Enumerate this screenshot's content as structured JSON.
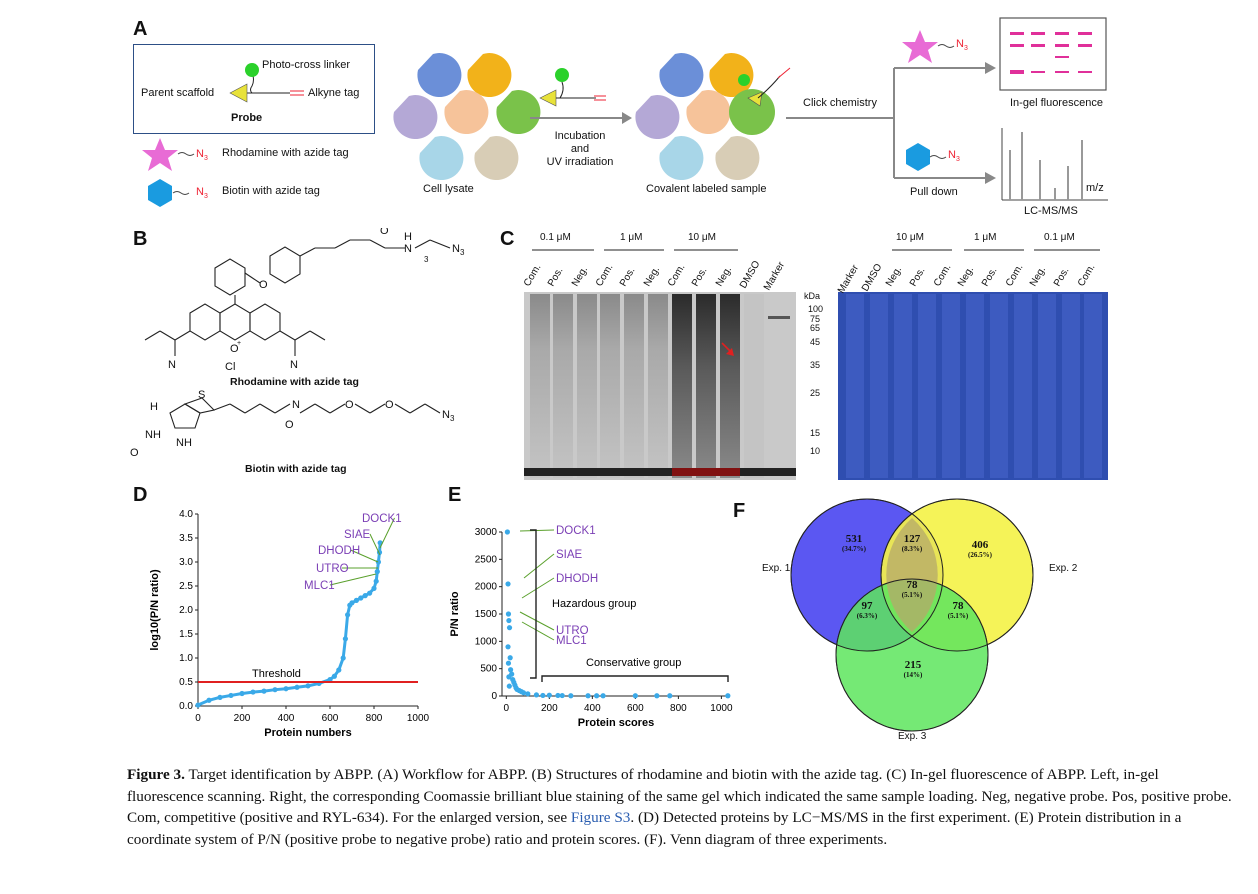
{
  "panels": {
    "A": "A",
    "B": "B",
    "C": "C",
    "D": "D",
    "E": "E",
    "F": "F"
  },
  "panelA": {
    "photo_cross_linker": "Photo-cross linker",
    "parent_scaffold": "Parent scaffold",
    "alkyne_tag": "Alkyne tag",
    "probe": "Probe",
    "rhodamine_tag": "Rhodamine with azide tag",
    "biotin_tag": "Biotin with azide tag",
    "azide": "N",
    "azide_sub": "3",
    "cell_lysate": "Cell lysate",
    "incubation_1": "Incubation",
    "incubation_2": "and",
    "incubation_3": "UV irradiation",
    "covalent": "Covalent labeled sample",
    "click": "Click chemistry",
    "in_gel": "In-gel fluorescence",
    "pull_down": "Pull down",
    "mz": "m/z",
    "lcms": "LC-MS/MS",
    "colors": {
      "probe_box": "#2d4f86",
      "rhodamine": "#e86bd5",
      "biotin": "#1a9be0",
      "linker": "#2bd12b",
      "scaffold": "#e8e23a"
    }
  },
  "panelB": {
    "rhodamine_caption": "Rhodamine with azide tag",
    "biotin_caption": "Biotin with azide tag",
    "atoms": {
      "O": "O",
      "N": "N",
      "H": "H",
      "S": "S",
      "NH": "NH",
      "N3": "N",
      "three": "3",
      "cl": "Cl",
      "plus": "+"
    }
  },
  "panelC": {
    "left_groups": [
      "0.1 μM",
      "1 μM",
      "10 μM"
    ],
    "left_lanes": [
      "Com.",
      "Pos.",
      "Neg.",
      "Com.",
      "Pos.",
      "Neg.",
      "Com.",
      "Pos.",
      "Neg.",
      "DMSO",
      "Marker"
    ],
    "kda": "kDa",
    "markers": [
      "100",
      "75",
      "65",
      "45",
      "35",
      "25",
      "15",
      "10"
    ],
    "right_groups": [
      "10 μM",
      "1 μM",
      "0.1 μM"
    ],
    "right_lanes": [
      "Marker",
      "DMSO",
      "Neg.",
      "Pos.",
      "Com.",
      "Neg.",
      "Pos.",
      "Com.",
      "Neg.",
      "Pos.",
      "Com."
    ]
  },
  "chart_data": [
    {
      "type": "scatter",
      "panel": "D",
      "xlabel": "Protein numbers",
      "ylabel": "log10(P/N ratio)",
      "xlim": [
        0,
        1000
      ],
      "ylim": [
        0,
        4.0
      ],
      "xticks": [
        "0",
        "200",
        "400",
        "600",
        "800",
        "1000"
      ],
      "yticks": [
        "0.0",
        "0.5",
        "1.0",
        "1.5",
        "2.0",
        "2.5",
        "3.0",
        "3.5",
        "4.0"
      ],
      "threshold": 0.5,
      "threshold_label": "Threshold",
      "labels": [
        "DOCK1",
        "SIAE",
        "DHODH",
        "UTRO",
        "MLC1"
      ],
      "x": [
        0,
        50,
        100,
        150,
        200,
        250,
        300,
        350,
        400,
        450,
        500,
        550,
        600,
        620,
        640,
        660,
        670,
        680,
        690,
        700,
        720,
        740,
        760,
        780,
        800,
        810,
        815,
        820,
        825,
        828
      ],
      "y": [
        0.02,
        0.12,
        0.18,
        0.22,
        0.26,
        0.29,
        0.31,
        0.34,
        0.36,
        0.39,
        0.42,
        0.47,
        0.55,
        0.62,
        0.75,
        1.0,
        1.4,
        1.9,
        2.1,
        2.15,
        2.2,
        2.25,
        2.3,
        2.35,
        2.45,
        2.6,
        2.8,
        3.0,
        3.2,
        3.4
      ],
      "colors": {
        "points": "#3aa9e8",
        "threshold": "#e02020",
        "labels": "#7b3fb5"
      }
    },
    {
      "type": "scatter",
      "panel": "E",
      "xlabel": "Protein scores",
      "ylabel": "P/N ratio",
      "xlim": [
        -20,
        1040
      ],
      "ylim": [
        0,
        3000
      ],
      "xticks": [
        "0",
        "200",
        "400",
        "600",
        "800",
        "1000"
      ],
      "yticks": [
        "0",
        "500",
        "1000",
        "1500",
        "2000",
        "2500",
        "3000"
      ],
      "labels": [
        "DOCK1",
        "SIAE",
        "DHODH",
        "UTRO",
        "MLC1"
      ],
      "hazardous": "Hazardous group",
      "conservative": "Conservative group",
      "x": [
        5,
        8,
        10,
        12,
        15,
        18,
        20,
        25,
        30,
        35,
        40,
        45,
        50,
        60,
        70,
        80,
        100,
        140,
        170,
        200,
        240,
        260,
        300,
        380,
        420,
        450,
        600,
        700,
        760,
        1030,
        8,
        10,
        12,
        14
      ],
      "y": [
        3000,
        2050,
        1500,
        1380,
        1250,
        700,
        480,
        400,
        300,
        250,
        200,
        150,
        120,
        100,
        80,
        60,
        40,
        20,
        10,
        15,
        10,
        8,
        5,
        5,
        5,
        5,
        5,
        5,
        5,
        5,
        900,
        600,
        350,
        180
      ],
      "colors": {
        "points": "#3aa9e8",
        "labels": "#7b3fb5"
      }
    }
  ],
  "panelF": {
    "sets": [
      "Exp. 1",
      "Exp. 2",
      "Exp. 3"
    ],
    "regions": [
      {
        "id": "only1",
        "count": "531",
        "pct": "(34.7%)"
      },
      {
        "id": "1and2",
        "count": "127",
        "pct": "(8.3%)"
      },
      {
        "id": "only2",
        "count": "406",
        "pct": "(26.5%)"
      },
      {
        "id": "all",
        "count": "78",
        "pct": "(5.1%)"
      },
      {
        "id": "1and3",
        "count": "97",
        "pct": "(6.3%)"
      },
      {
        "id": "2and3",
        "count": "78",
        "pct": "(5.1%)"
      },
      {
        "id": "only3",
        "count": "215",
        "pct": "(14%)"
      }
    ],
    "colors": {
      "exp1": "#5b57f2",
      "exp2": "#f5f24a",
      "exp3": "#5ee65e"
    }
  },
  "caption": {
    "lead": "Figure 3.",
    "text1": " Target identification by ABPP. (A) Workflow for ABPP. (B) Structures of rhodamine and biotin with the azide tag. (C) In-gel fluorescence of ABPP. Left, in-gel fluorescence scanning. Right, the corresponding Coomassie brilliant blue staining of the same gel which indicated the same sample loading. Neg, negative probe. Pos, positive probe. Com, competitive (positive and RYL-634). For the enlarged version, see ",
    "link": "Figure S3",
    "text2": ". (D) Detected proteins by LC−MS/MS in the first experiment. (E) Protein distribution in a coordinate system of P/N (positive probe to negative probe) ratio and protein scores. (F). Venn diagram of three experiments."
  }
}
